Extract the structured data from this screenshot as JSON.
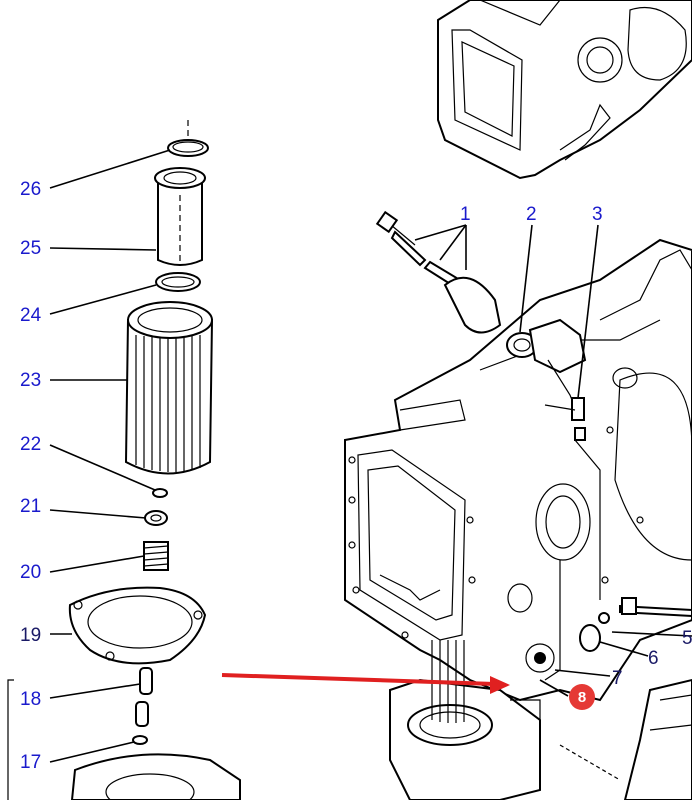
{
  "callouts": [
    {
      "id": "26",
      "label": "26"
    },
    {
      "id": "25",
      "label": "25"
    },
    {
      "id": "24",
      "label": "24"
    },
    {
      "id": "23",
      "label": "23"
    },
    {
      "id": "22",
      "label": "22"
    },
    {
      "id": "21",
      "label": "21"
    },
    {
      "id": "20",
      "label": "20"
    },
    {
      "id": "19",
      "label": "19"
    },
    {
      "id": "18",
      "label": "18"
    },
    {
      "id": "17",
      "label": "17"
    },
    {
      "id": "1",
      "label": "1"
    },
    {
      "id": "2",
      "label": "2"
    },
    {
      "id": "3",
      "label": "3"
    },
    {
      "id": "5",
      "label": "5"
    },
    {
      "id": "6",
      "label": "6"
    },
    {
      "id": "7",
      "label": "7"
    }
  ],
  "highlight": {
    "label": "8",
    "color": "#e53935"
  },
  "colors": {
    "callout": "#1a1acc",
    "arrow": "#e02020"
  }
}
